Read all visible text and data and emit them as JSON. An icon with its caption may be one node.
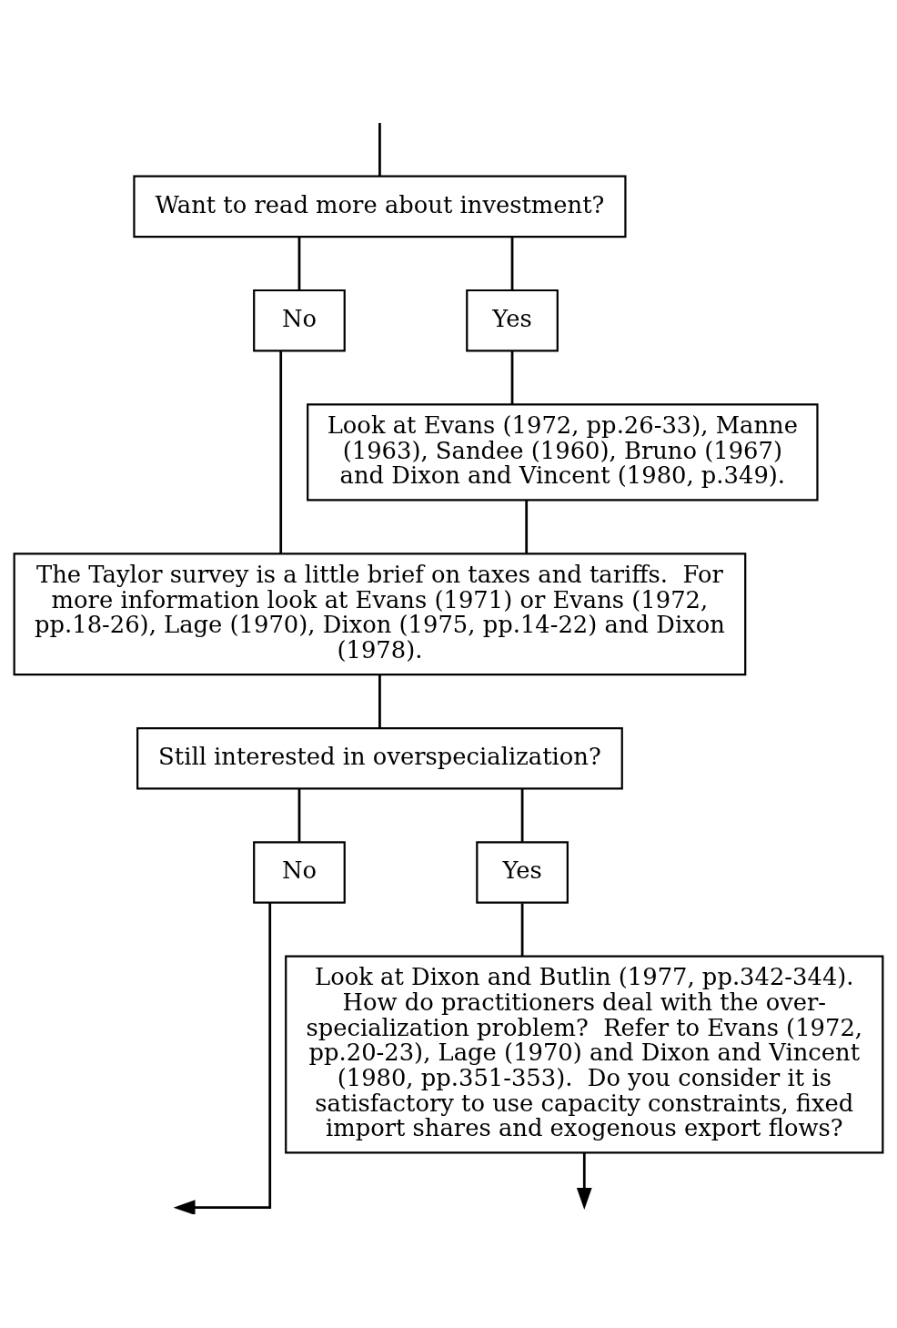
{
  "diagram": {
    "nodes": [
      {
        "text": [
          "Want to read more about investment?"
        ]
      },
      {
        "text": [
          "No"
        ]
      },
      {
        "text": [
          "Yes"
        ]
      },
      {
        "text": [
          "Look at Evans (1972, pp.26-33), Manne (1963), Sandee (1960), Bruno (1967) and Dixon and Vincent (1980, p.349)."
        ]
      },
      {
        "text": [
          "The Taylor survey is a little brief on taxes and tariffs.  For more information look at Evans (1971) or Evans (1972, pp.18-26), Lage (1970), Dixon (1975, pp.14-22) and Dixon (1978)."
        ]
      },
      {
        "text": [
          "Still interested in overspecialization?"
        ]
      },
      {
        "text": [
          "No"
        ]
      },
      {
        "text": [
          "Yes"
        ]
      },
      {
        "text": [
          "Look at Dixon and Butlin (1977, pp.342-344).  How do practitioners deal with the over-specialization problem?  Refer to Evans (1972, pp.20-23), Lage (1970) and Dixon and Vincent (1980, pp.351-353).  Do you consider it is satisfactory to use capacity constraints, fixed import shares and exogenous export flows?"
        ]
      }
    ],
    "edges": [
      {
        "from": null,
        "to": 0,
        "arrow": "none"
      },
      {
        "from": 0,
        "to": 1,
        "arrow": "none"
      },
      {
        "from": 0,
        "to": 2,
        "arrow": "none"
      },
      {
        "from": 2,
        "to": 3,
        "arrow": "none"
      },
      {
        "from": 1,
        "to": 4,
        "arrow": "none"
      },
      {
        "from": 3,
        "to": 4,
        "arrow": "none"
      },
      {
        "from": 4,
        "to": 5,
        "arrow": "none"
      },
      {
        "from": 5,
        "to": 6,
        "arrow": "none"
      },
      {
        "from": 5,
        "to": 7,
        "arrow": "none"
      },
      {
        "from": 7,
        "to": 8,
        "arrow": "none"
      },
      {
        "from": 6,
        "to": null,
        "arrow": "to"
      },
      {
        "from": 8,
        "to": null,
        "arrow": "to"
      }
    ]
  }
}
